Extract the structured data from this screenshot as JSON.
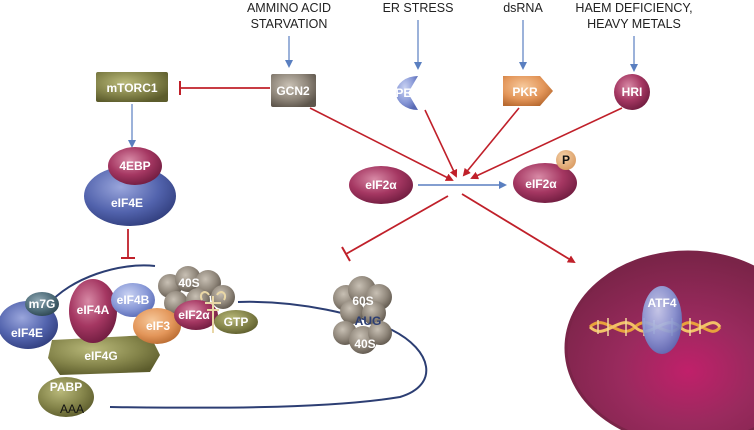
{
  "stressors": {
    "amino_acid_line1": "AMMINO ACID",
    "amino_acid_line2": "STARVATION",
    "er_stress": "ER STRESS",
    "dsrna": "dsRNA",
    "haem_line1": "HAEM DEFICIENCY,",
    "haem_line2": "HEAVY METALS"
  },
  "kinases": {
    "gcn2": "GCN2",
    "perk": "PERK",
    "pkr": "PKR",
    "hri": "HRI"
  },
  "mtorc1": "mTORC1",
  "eif2a": {
    "unphosphorylated": "eIF2α",
    "phosphorylated": "eIF2α",
    "phospho_tag": "P"
  },
  "cap_complex": {
    "ebp4": "4EBP",
    "eif4e_top": "eIF4E",
    "m7g": "m7G",
    "eif4a": "eIF4A",
    "eif4b": "eIF4B",
    "eif4e_bottom": "eIF4E",
    "eif4g": "eIF4G",
    "eif3": "eIF3",
    "eif2a": "eIF2α",
    "gtp": "GTP",
    "s40": "40S",
    "pabp": "PABP",
    "polya": "AAA"
  },
  "ribosome": {
    "s60": "60S",
    "aug": "AUG",
    "s40": "40S"
  },
  "nucleus": {
    "atf4": "ATF4"
  },
  "colors": {
    "inhibition": "#c0202a",
    "activation": "#5a7fc0",
    "olive": "#8a8a4a",
    "gcn2_gray": "#8c8c8c",
    "perk_blue": "#8088b8",
    "pkr_orange": "#f0a850",
    "eif2a_magenta": "#a0305a",
    "eif4e_blue": "#5060a8",
    "nucleus_magenta": "#9a2a5e"
  }
}
